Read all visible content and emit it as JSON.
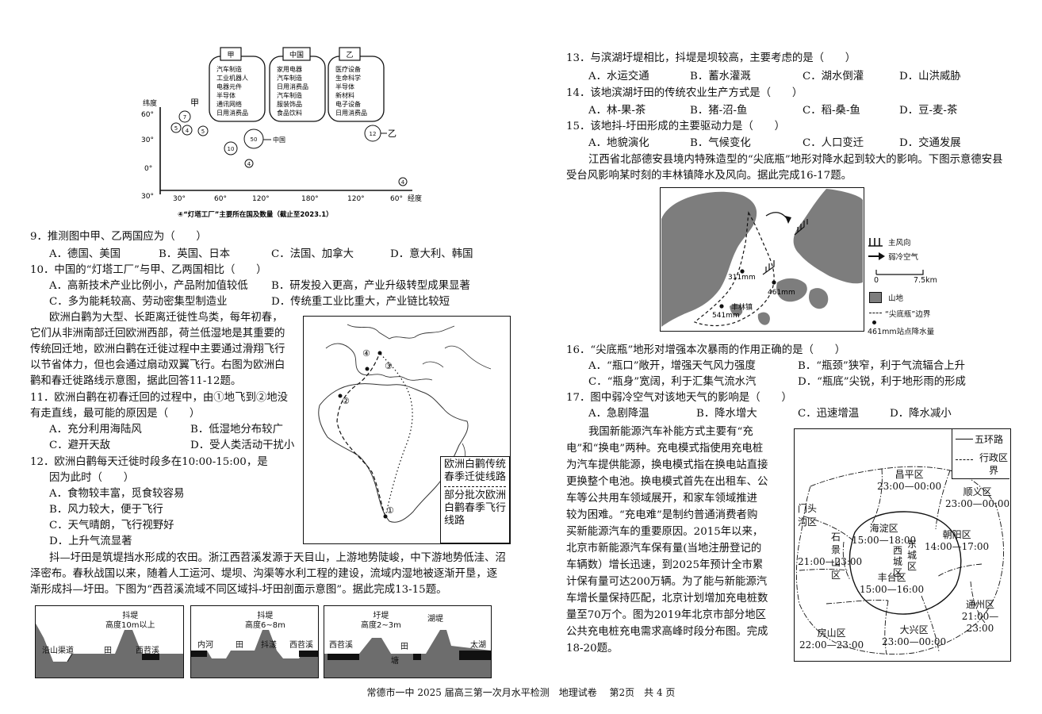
{
  "fig_towers": {
    "groups": [
      {
        "name": "甲",
        "items": [
          "汽车制造",
          "工业机器人",
          "电器元件",
          "半导体",
          "通讯网络",
          "日用消费品"
        ]
      },
      {
        "name": "中国",
        "items": [
          "家用电器",
          "汽车制造",
          "日用消费品",
          "汽车制造",
          "服装饰品",
          "食品饮料"
        ]
      },
      {
        "name": "乙",
        "items": [
          "医疗设备",
          "生命科学",
          "半导体",
          "新材料",
          "电子设备",
          "日用消费品"
        ]
      }
    ],
    "ylabel": "纬度",
    "yticks": [
      "60°",
      "30°",
      "0°",
      "30°"
    ],
    "xticks": [
      "30°",
      "60°",
      "120°",
      "180°",
      "120°",
      "60°"
    ],
    "xlabel": "经度",
    "markers": [
      {
        "label": "甲"
      },
      {
        "label": "中国"
      },
      {
        "label": "乙"
      }
    ],
    "circles": [
      "7",
      "5",
      "4",
      "5",
      "50",
      "12",
      "10",
      "4",
      "4"
    ],
    "caption": "④“灯塔工厂”主要所在国及数量（截止至2023.1）"
  },
  "q9": {
    "stem": "9．推测图中甲、乙两国应为（　　）",
    "options": [
      "A．德国、美国",
      "B．英国、日本",
      "C．法国、加拿大",
      "D．意大利、韩国"
    ]
  },
  "q10": {
    "stem": "10．中国的“灯塔工厂”与甲、乙两国相比（　　）",
    "options": [
      "A．高新技术产业比例小，产品附加值较低",
      "B．研发投入更高，产业升级转型成果显著",
      "C．多为能耗较高、劳动密集型制造业",
      "D．传统重工业比重大，产业链比较短"
    ]
  },
  "stork_para": [
    "欧洲白鹳为大型、长距离迁徙性鸟类，每年初春，",
    "它们从非洲南部迁回欧洲西部，荷兰低湿地是其重要的",
    "传统回迁地，欧洲白鹳在迁徙过程中主要通过滑翔飞行",
    "以节省体力，但也会通过扇动双翼飞行。右图为欧洲白",
    "鹳和春迁徙路线示意图，据此回答11-12题。"
  ],
  "q11": {
    "stem": [
      "11．欧洲白鹳在初春迁回的过程中，由①地飞到②地没",
      "有走直线，最可能的原因是（　　）"
    ],
    "options": [
      "A．充分利用海陆风",
      "B．低湿地分布较广",
      "C．避开天敌",
      "D．受人类活动干扰小"
    ]
  },
  "q12": {
    "stem": [
      "12．欧洲白鹳每天迁徙时段多在10:00-15:00，是",
      "因为此时（　　）"
    ],
    "options": [
      "A．食物较丰富，觅食较容易",
      "B．风力较大，便于飞行",
      "C．天气晴朗，飞行视野好",
      "D．上升气流显著"
    ]
  },
  "stork_map": {
    "labels": [
      "①",
      "②",
      "③",
      "④"
    ],
    "legend": [
      {
        "label": "欧洲白鹳传统春季迁徙线路"
      },
      {
        "label": "部分批次欧洲白鹳春季飞行线路"
      }
    ]
  },
  "dike_para": [
    "抖—圩田是筑堤挡水形成的农田。浙江西苕溪发源于天目山，上游地势陡峻，中下游地势低洼、沼",
    "泽密布。春秋战国以来，随着人工运河、堤坝、沟渠等水利工程的建设，流域内湿地被逐渐开垦，逐",
    "渐形成抖—圩田。下图为“西苕溪流域不同区域抖-圩田剖面示意图”。据此完成13-15题。"
  ],
  "profiles": [
    {
      "top": "抖堤",
      "top2": "高度10m以上",
      "labels": [
        "沿山渠道",
        "田",
        "西苕溪"
      ]
    },
    {
      "top": "抖堤",
      "top2": "高度6~8m",
      "labels": [
        "内河",
        "田",
        "抖漾",
        "西苕溪"
      ]
    },
    {
      "top": "圩堤",
      "top2": "高度2~3m",
      "extra": "湖堤",
      "labels": [
        "西苕溪",
        "田",
        "塘",
        "太湖"
      ]
    }
  ],
  "q13": {
    "stem": "13．与滨湖圩堤相比，抖堤是坝较高，主要考虑的是（　　）",
    "options": [
      "A．水运交通",
      "B．蓄水灌溉",
      "C．湖水倒灌",
      "D．山洪威胁"
    ]
  },
  "q14": {
    "stem": "14．该地滨湖圩田的传统农业生产方式是（　　）",
    "options": [
      "A．林-果-茶",
      "B．猪-沼-鱼",
      "C．稻-桑-鱼",
      "D．豆-麦-茶"
    ]
  },
  "q15": {
    "stem": "15．该地抖-圩田形成的主要驱动力是（　　）",
    "options": [
      "A．地貌演化",
      "B．气候变化",
      "C．人口变迁",
      "D．交通发展"
    ]
  },
  "jiangxi_para": [
    "江西省北部德安县境内特殊造型的“尖底瓶”地形对降水起到较大的影响。下图示意德安县",
    "受台风影响某时刻的丰林镇降水及风向。据此完成16-17题。"
  ],
  "jx_map": {
    "stations": [
      "311mm",
      "461mm",
      "541mm"
    ],
    "town": "丰林镇",
    "legend": [
      "主风向",
      "弱冷空气",
      "0",
      "7.5km",
      "山地",
      "“尖底瓶”边界",
      "461mm站点降水量"
    ]
  },
  "q16": {
    "stem": "16．“尖底瓶”地形对增强本次暴雨的作用正确的是（　　）",
    "options": [
      "A．“瓶口”敞开，增强天气风力强度",
      "B．“瓶颈”狭窄，利于气流辐合上升",
      "C．“瓶身”宽阔，利于汇集气流水汽",
      "D．“瓶底”尖锐，利于地形雨的形成"
    ]
  },
  "q17": {
    "stem": "17．图中弱冷空气对该地天气的影响是（　　）",
    "options": [
      "A．急剧降温",
      "B．降水增大",
      "C．迅速增温",
      "D．降水减小"
    ]
  },
  "ev_para": [
    "我国新能源汽车补能方式主要有“充",
    "电”和“换电”两种。充电模式指使用充电桩",
    "为汽车提供能源，换电模式指在换电站直接",
    "更换整个电池。换电模式首先在出租车、公",
    "车等公共用车领域展开，和家车领域推进",
    "较为困难。“充电难”是制约普通消费者购",
    "买新能源汽车的重要原因。2015年以来，",
    "北京市新能源汽车保有量(当地注册登记的",
    "车辆数）增长迅速，到2025年预计全市累",
    "计保有量可达200万辆。为了能与新能源汽",
    "车增长量保持匹配，北京计划增加充电桩数",
    "量至70万个。图为2019年北京市部分地区",
    "公共充电桩充电需求高峰时段分布图。完成",
    "18-20题。"
  ],
  "bj_map": {
    "legend": [
      "五环路",
      "行政区界"
    ],
    "districts": [
      {
        "name": "昌平区",
        "time": "23:00—00:00"
      },
      {
        "name": "顺义区",
        "time": "23:00—00:00"
      },
      {
        "name": "门头沟区",
        "time": "21:00—23:00"
      },
      {
        "name": "石景山区",
        "time": ""
      },
      {
        "name": "海淀区",
        "time": "15:00—18:00"
      },
      {
        "name": "西城区",
        "time": ""
      },
      {
        "name": "东城区",
        "time": ""
      },
      {
        "name": "朝阳区",
        "time": "14:00—17:00"
      },
      {
        "name": "丰台区",
        "time": "15:00—16:00"
      },
      {
        "name": "通州区",
        "time": "21:00—23:00"
      },
      {
        "name": "房山区",
        "time": "22:00—23:00"
      },
      {
        "name": "大兴区",
        "time": "23:00—00:00"
      }
    ]
  },
  "footer": "常德市一中 2025 届高三第一次月水平检测　地理试卷　 第2页　共 4 页"
}
